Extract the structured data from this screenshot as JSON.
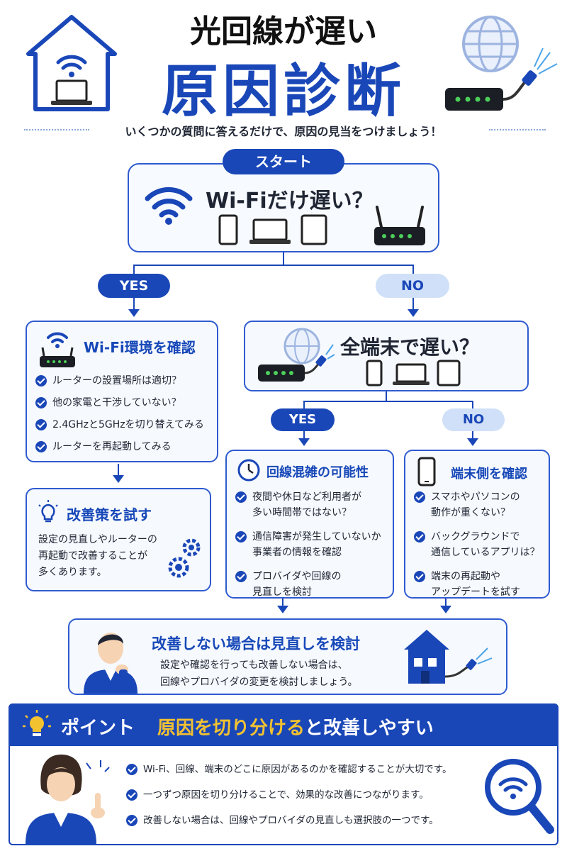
{
  "header": {
    "title_line1": "光回線が遅い",
    "title_line2": "原因診断",
    "subtitle": "いくつかの質問に答えるだけで、原因の見当をつけましょう！"
  },
  "start": {
    "label": "スタート",
    "question": "Wi-Fiだけ遅い？"
  },
  "branch1": {
    "yes": "YES",
    "no": "NO"
  },
  "wifi_check": {
    "title": "Wi-Fi環境を確認",
    "items": [
      "ルーターの設置場所は適切？",
      "他の家電と干渉していない？",
      "2.4GHzと5GHzを切り替えてみる",
      "ルーターを再起動してみる"
    ]
  },
  "improve": {
    "title": "改善策を試す",
    "text": [
      "設定の見直しやルーターの",
      "再起動で改善することが",
      "多くあります。"
    ]
  },
  "all_devices": {
    "question": "全端末で遅い？"
  },
  "branch2": {
    "yes": "YES",
    "no": "NO"
  },
  "congestion": {
    "title": "回線混雑の可能性",
    "items": [
      [
        "夜間や休日など利用者が",
        "多い時間帯ではない？"
      ],
      [
        "通信障害が発生していないか",
        "事業者の情報を確認"
      ],
      [
        "プロバイダや回線の",
        "見直しを検討"
      ]
    ]
  },
  "device_check": {
    "title": "端末側を確認",
    "items": [
      [
        "スマホやパソコンの",
        "動作が重くない？"
      ],
      [
        "バックグラウンドで",
        "通信しているアプリは？"
      ],
      [
        "端末の再起動や",
        "アップデートを試す"
      ]
    ]
  },
  "review": {
    "title": "改善しない場合は見直しを検討",
    "text": [
      "設定や確認を行っても改善しない場合は、",
      "回線やプロバイダの変更を検討しましょう。"
    ]
  },
  "point": {
    "label": "ポイント",
    "highlight": "原因を切り分ける",
    "rest": "と改善しやすい",
    "items": [
      "Wi-Fi、回線、端末のどこに原因があるのかを確認することが大切です。",
      "一つずつ原因を切り分けることで、効果的な改善につながります。",
      "改善しない場合は、回線やプロバイダの見直しも選択肢の一つです。"
    ]
  },
  "colors": {
    "primary": "#1a47b8",
    "light": "#cfe0f8",
    "card_bg": "#f6f9fe",
    "accent_yellow": "#f2c230"
  }
}
